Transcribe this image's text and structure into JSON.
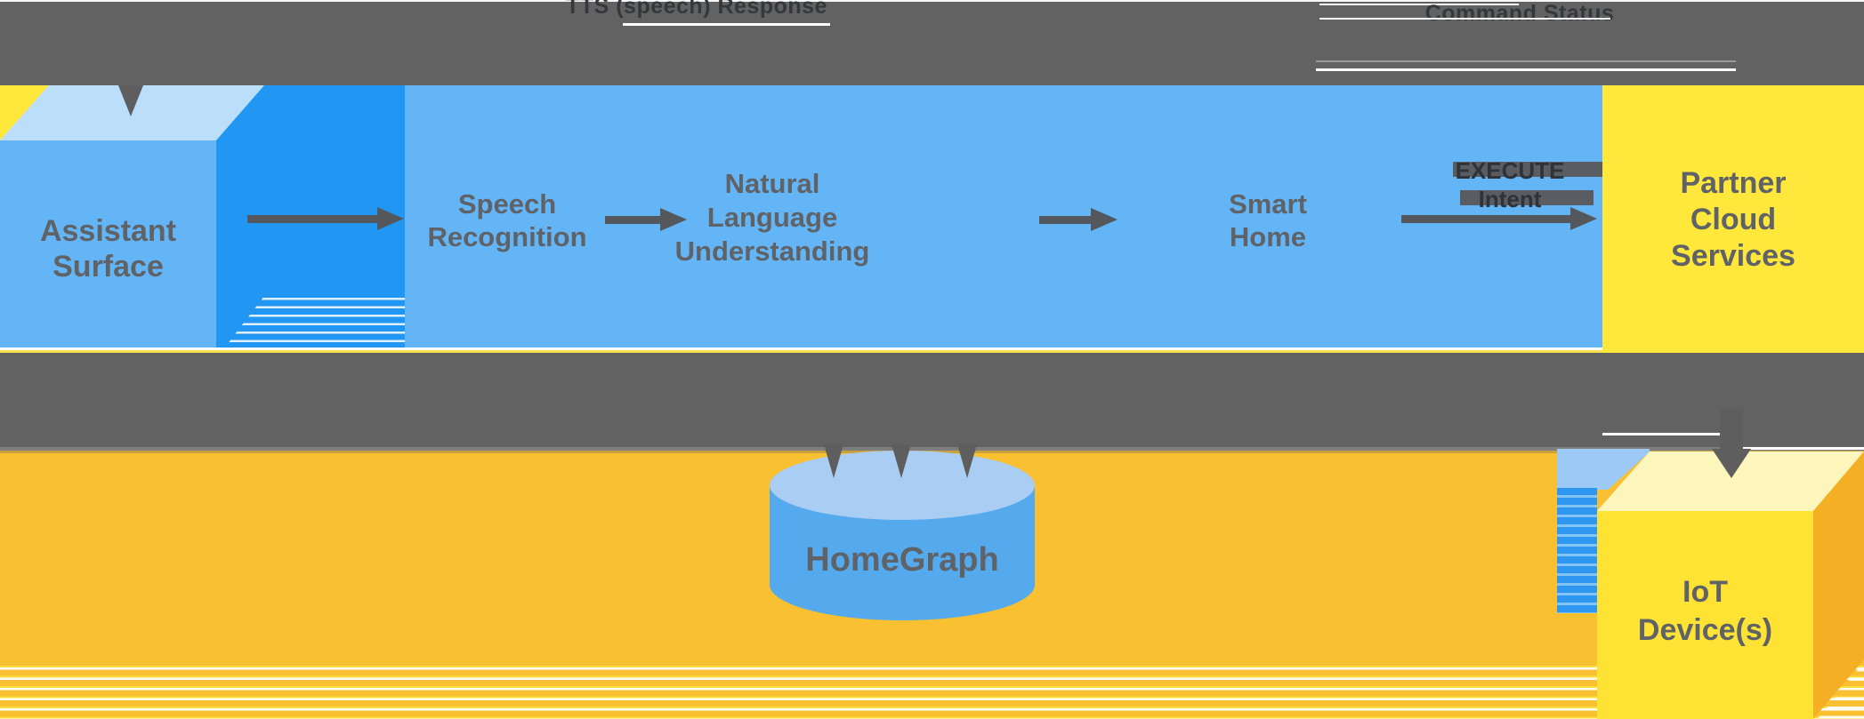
{
  "colors": {
    "band_gray": "#626262",
    "panel_blue": "#64B5F6",
    "accent_blue": "#2196F3",
    "box_top_blue": "#BBDEFB",
    "cylinder_blue": "#55A9ED",
    "cylinder_top_blue": "#A9CDF3",
    "background_amber": "#F9C032",
    "box_yellow": "#FFE73B",
    "iot_front_yellow": "#FFE334",
    "iot_top_yellow": "#FDF6BC",
    "iot_side_yellow": "#F5AF25",
    "label_gray": "#5F6368",
    "arrow_gray": "#54585C"
  },
  "top_band": {
    "tts_label": "TTS (speech) Response",
    "command_status_label": "Command Status"
  },
  "nodes": {
    "assistant_surface": {
      "line1": "Assistant",
      "line2": "Surface"
    },
    "speech_recognition": {
      "line1": "Speech",
      "line2": "Recognition"
    },
    "natural_language_understanding": {
      "line1": "Natural",
      "line2": "Language",
      "line3": "Understanding"
    },
    "smart_home": {
      "line1": "Smart",
      "line2": "Home"
    },
    "partner_cloud_services": {
      "line1": "Partner",
      "line2": "Cloud",
      "line3": "Services"
    },
    "homegraph": {
      "label": "HomeGraph"
    },
    "iot_device": {
      "line1": "IoT",
      "line2": "Device(s)"
    }
  },
  "edges": {
    "execute_intent": {
      "line1": "EXECUTE",
      "line2": "Intent"
    }
  }
}
